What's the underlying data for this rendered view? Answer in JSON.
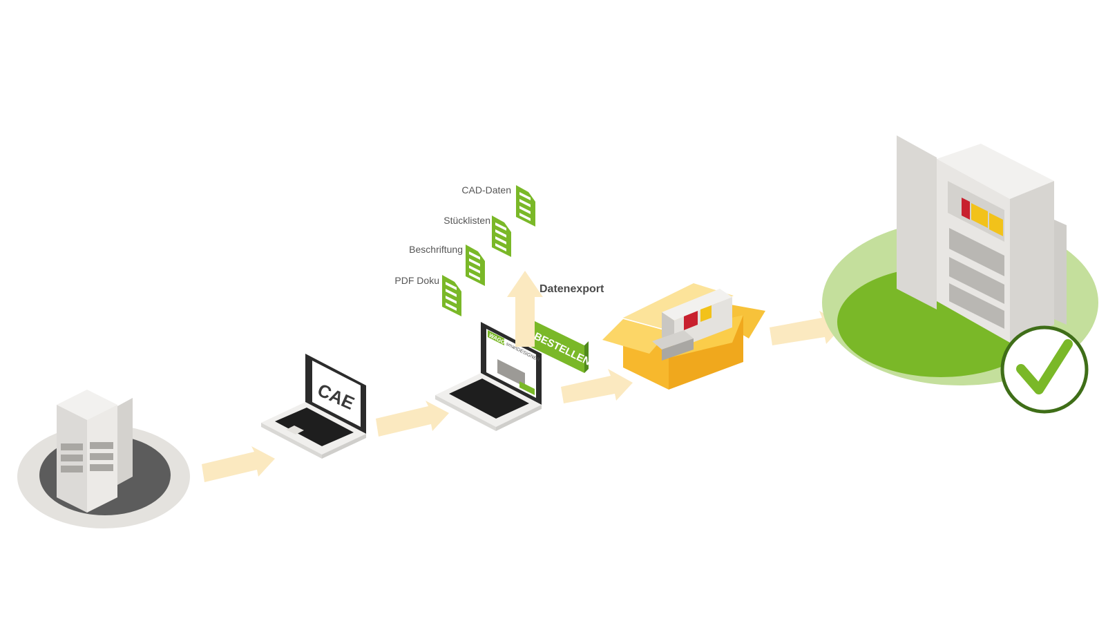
{
  "labels": {
    "cad_daten": "CAD-Daten",
    "stuecklisten": "Stücklisten",
    "beschriftung": "Beschriftung",
    "pdf_doku": "PDF Doku",
    "datenexport": "Datenexport",
    "bestellen": "BESTELLEN",
    "cae": "CAE",
    "logo": "WAGO",
    "app_title": "smartDESIGNER"
  },
  "colors": {
    "arrow": "#fbe9c0",
    "accent_green": "#7ab828",
    "dark_green": "#4f8a1c",
    "light_green": "#c4df9c",
    "box_yellow": "#f7c23a",
    "box_light": "#fcd667",
    "cabinet_gray": "#e6e5e3",
    "dark_disc": "#5c5c5c",
    "light_disc": "#e4e2de",
    "laptop_dark": "#2b2b2b",
    "module_red": "#c8202e",
    "module_yellow": "#f2c21a"
  },
  "icons": [
    "document-icon",
    "arrow-icon",
    "laptop-icon",
    "box-icon",
    "cabinet-icon",
    "checkmark-icon"
  ]
}
